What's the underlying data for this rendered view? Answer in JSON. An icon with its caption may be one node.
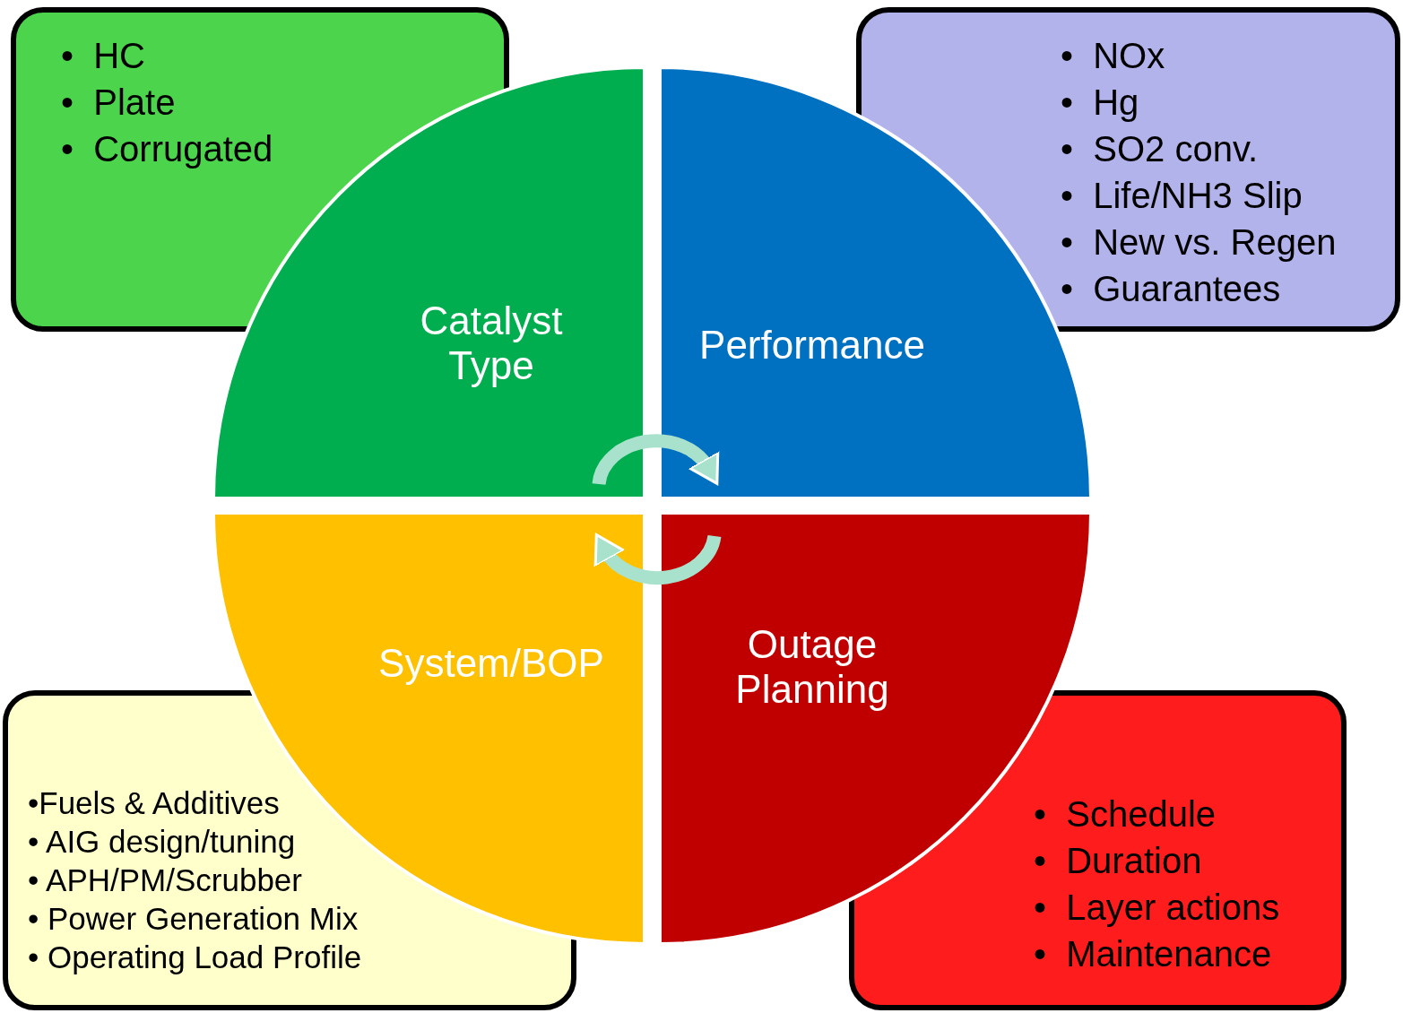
{
  "diagram": {
    "nodes": [
      {
        "text": [
          "•  HC",
          "•  Plate",
          "•  Corrugated"
        ]
      },
      {
        "text": [
          "•  NOx",
          "•  Hg",
          "•  SO2 conv.",
          "•  Life/NH3 Slip",
          "•  New vs. Regen",
          "•  Guarantees"
        ]
      },
      {
        "text": [
          "Catalyst Type"
        ]
      },
      {
        "text": [
          "Performance"
        ]
      },
      {
        "text": [
          "System/BOP"
        ]
      },
      {
        "text": [
          "Outage Planning"
        ]
      },
      {
        "text": [
          "•Fuels & Additives",
          "• AIG design/tuning",
          "• APH/PM/Scrubber",
          "• Power Generation Mix",
          "• Operating Load Profile"
        ]
      },
      {
        "text": [
          "•  Schedule",
          "•  Duration",
          "•  Layer actions",
          "•  Maintenance"
        ]
      }
    ],
    "edges": [
      {
        "from": 2,
        "to": 3,
        "arrow": "to"
      },
      {
        "from": 5,
        "to": 4,
        "arrow": "to"
      }
    ]
  }
}
